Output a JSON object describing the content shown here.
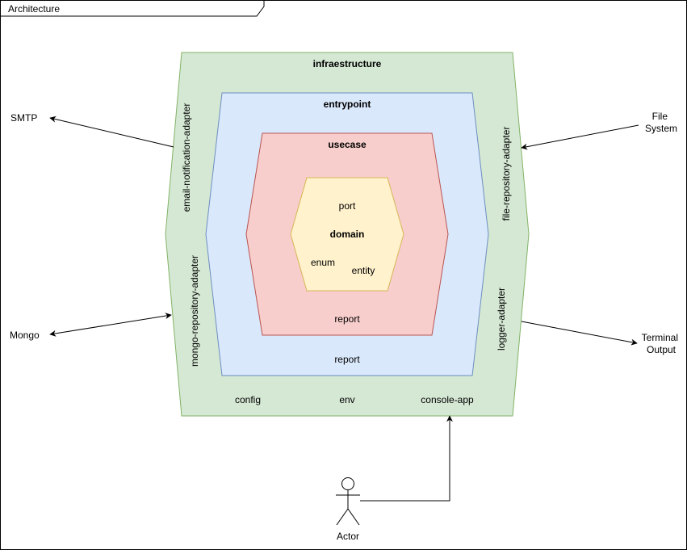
{
  "frame": {
    "title": "Architecture"
  },
  "layers": {
    "infrastructure": {
      "title": "infraestructure",
      "fill": "#d5e8d4",
      "stroke": "#82b366",
      "adapters": {
        "email": "email-notification-adapter",
        "mongo": "mongo-repository-adapter",
        "file": "file-repository-adapter",
        "logger": "logger-adapter"
      },
      "bottom_labels": {
        "config": "config",
        "env": "env",
        "console": "console-app"
      }
    },
    "entrypoint": {
      "title": "entrypoint",
      "report": "report",
      "fill": "#dae8fc",
      "stroke": "#6c8ebf"
    },
    "usecase": {
      "title": "usecase",
      "report": "report",
      "fill": "#f8cecc",
      "stroke": "#b85450"
    },
    "domain": {
      "title": "domain",
      "port": "port",
      "enum": "enum",
      "entity": "entity",
      "fill": "#fff2cc",
      "stroke": "#d6b656"
    }
  },
  "externals": {
    "smtp": "SMTP",
    "mongo": "Mongo",
    "file_system": [
      "File",
      "System"
    ],
    "terminal_output": [
      "Terminal",
      "Output"
    ],
    "actor": "Actor"
  }
}
